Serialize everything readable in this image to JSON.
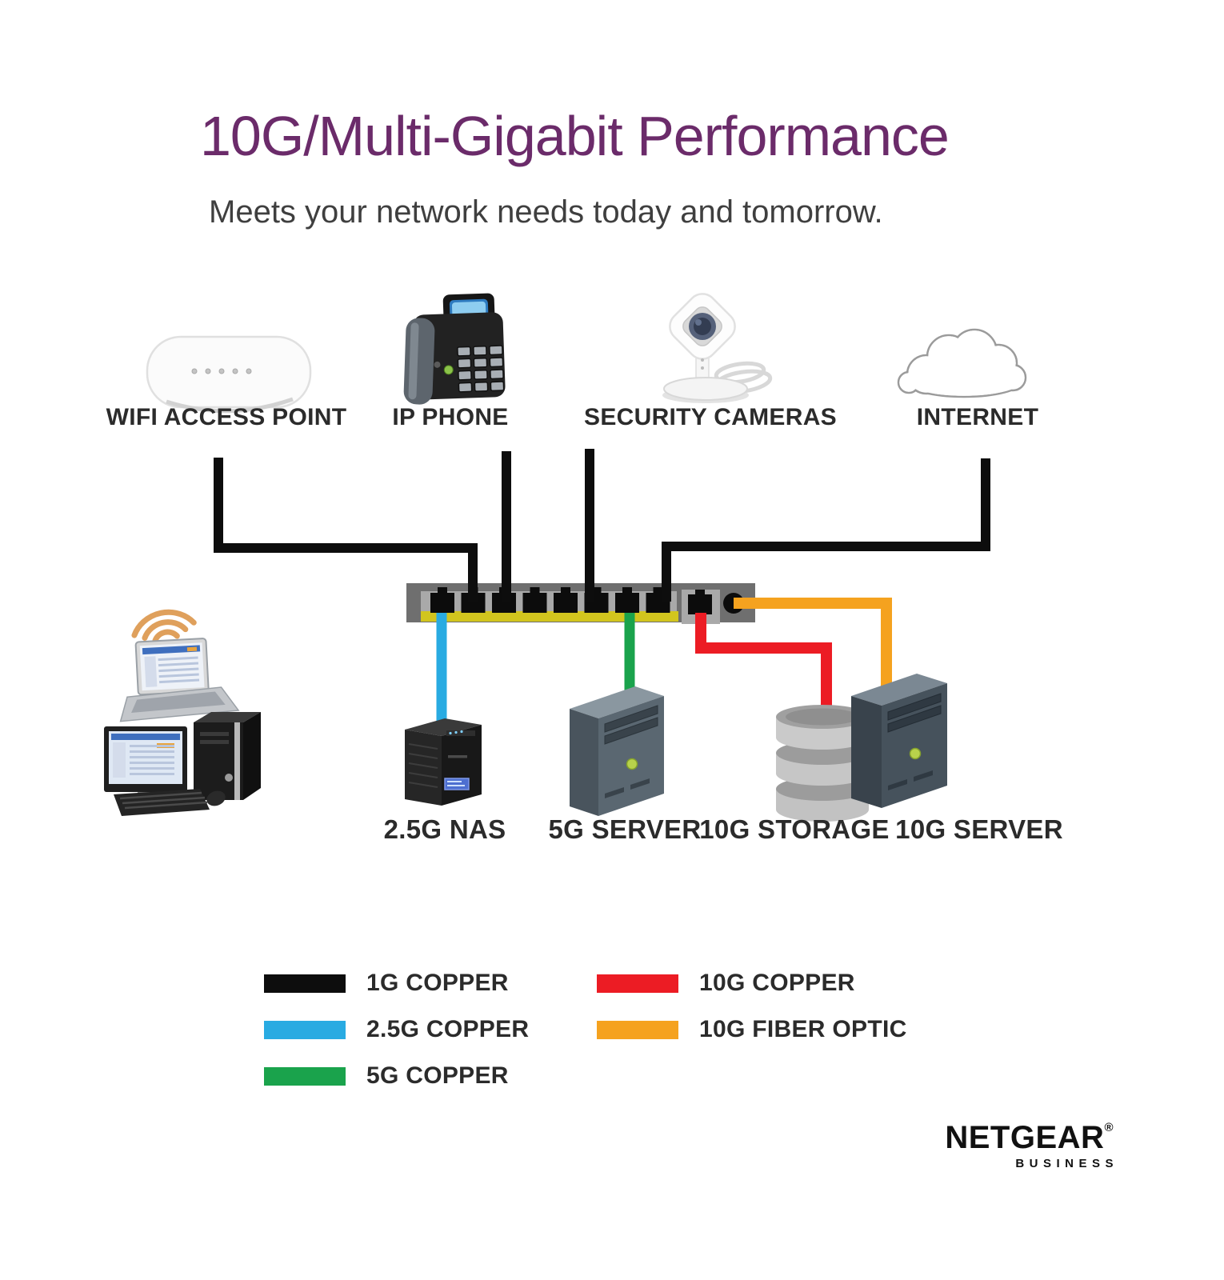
{
  "header": {
    "title": "10G/Multi-Gigabit Performance",
    "subtitle": "Meets your network needs today and tomorrow."
  },
  "top_devices": [
    {
      "label": "WIFI ACCESS POINT"
    },
    {
      "label": "IP PHONE"
    },
    {
      "label": "SECURITY CAMERAS"
    },
    {
      "label": "INTERNET"
    }
  ],
  "bottom_devices": [
    {
      "label": "2.5G NAS"
    },
    {
      "label": "5G SERVER"
    },
    {
      "label": "10G STORAGE"
    },
    {
      "label": "10G SERVER"
    }
  ],
  "legend": {
    "items": [
      {
        "label": "1G COPPER",
        "color": "#0d0d0d"
      },
      {
        "label": "2.5G COPPER",
        "color": "#29abe2"
      },
      {
        "label": "5G COPPER",
        "color": "#1aa34c"
      },
      {
        "label": "10G COPPER",
        "color": "#ec1c24"
      },
      {
        "label": "10G FIBER OPTIC",
        "color": "#f5a21f"
      }
    ]
  },
  "connections": [
    {
      "from": "WIFI ACCESS POINT",
      "to": "switch",
      "type": "1G COPPER"
    },
    {
      "from": "IP PHONE",
      "to": "switch",
      "type": "1G COPPER"
    },
    {
      "from": "SECURITY CAMERAS",
      "to": "switch",
      "type": "1G COPPER"
    },
    {
      "from": "INTERNET",
      "to": "switch",
      "type": "1G COPPER"
    },
    {
      "from": "2.5G NAS",
      "to": "switch",
      "type": "2.5G COPPER"
    },
    {
      "from": "5G SERVER",
      "to": "switch",
      "type": "5G COPPER"
    },
    {
      "from": "10G STORAGE",
      "to": "switch",
      "type": "10G COPPER"
    },
    {
      "from": "10G SERVER",
      "to": "switch",
      "type": "10G FIBER OPTIC"
    }
  ],
  "logo": {
    "brand": "NETGEAR",
    "registered": "®",
    "sub": "BUSINESS"
  },
  "colors": {
    "title": "#6b2b6a",
    "subtitle": "#3f3f3f",
    "label": "#2b2b2b",
    "copper_1g": "#0d0d0d",
    "copper_2_5g": "#29abe2",
    "copper_5g": "#1aa34c",
    "copper_10g": "#ec1c24",
    "fiber_10g": "#f5a21f",
    "switch_body": "#6f6f6f",
    "switch_panel": "#a9a9a9",
    "switch_strip": "#d2c51e"
  }
}
